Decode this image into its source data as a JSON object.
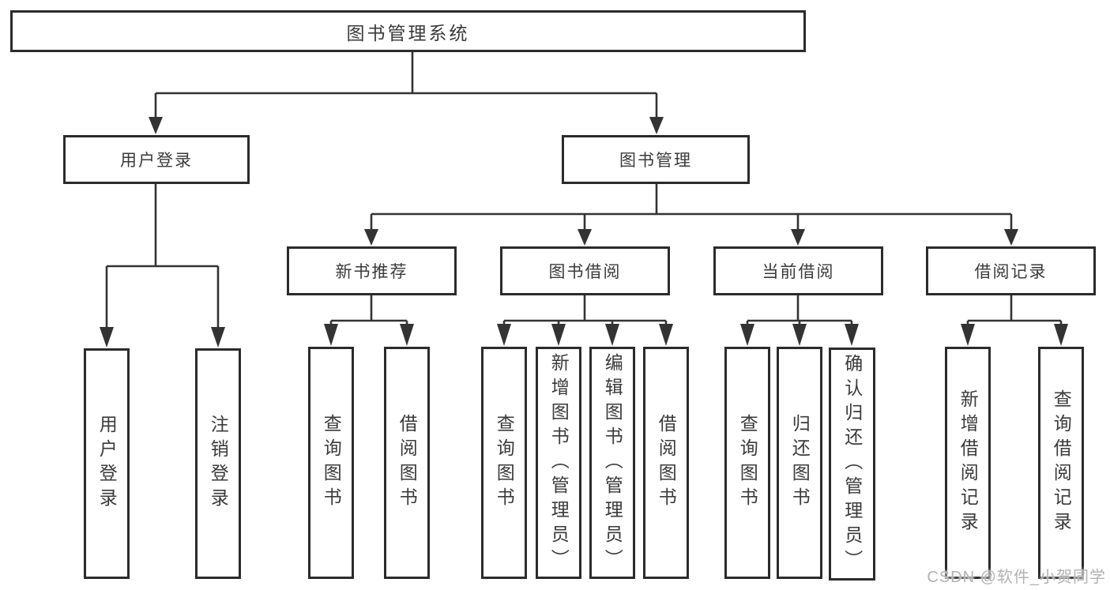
{
  "colors": {
    "background": "#ffffff",
    "box_border": "#2b2b2b",
    "connector_line": "#333333",
    "text": "#3a3a3a",
    "watermark": "#b2b2b2"
  },
  "tree": {
    "root": {
      "label": "图书管理系统"
    },
    "branches": [
      {
        "label": "用户登录",
        "children": [
          {
            "label": "用户登录"
          },
          {
            "label": "注销登录"
          }
        ]
      },
      {
        "label": "图书管理",
        "children": [
          {
            "label": "新书推荐",
            "children": [
              {
                "label": "查询图书"
              },
              {
                "label": "借阅图书"
              }
            ]
          },
          {
            "label": "图书借阅",
            "children": [
              {
                "label": "查询图书"
              },
              {
                "label": "新增图书（管理员）"
              },
              {
                "label": "编辑图书（管理员）"
              },
              {
                "label": "借阅图书"
              }
            ]
          },
          {
            "label": "当前借阅",
            "children": [
              {
                "label": "查询图书"
              },
              {
                "label": "归还图书"
              },
              {
                "label": "确认归还（管理员）"
              }
            ]
          },
          {
            "label": "借阅记录",
            "children": [
              {
                "label": "新增借阅记录"
              },
              {
                "label": "查询借阅记录"
              }
            ]
          }
        ]
      }
    ]
  },
  "watermark": {
    "text": "CSDN @软件_小贺同学"
  }
}
